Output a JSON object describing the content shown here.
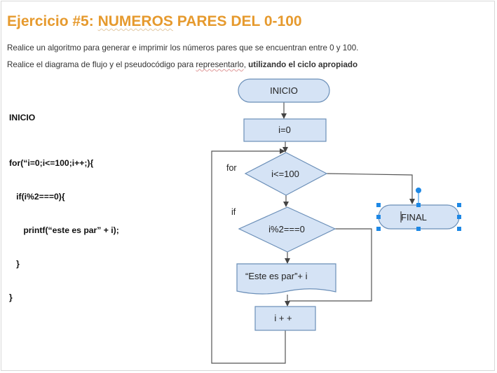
{
  "header": {
    "title_prefix": "Ejercicio #5: ",
    "title_main": "NUMEROS",
    "title_suffix": " PARES DEL 0-100"
  },
  "instructions": {
    "line1": "Realice un algoritmo para generar e imprimir los números pares que se encuentran entre 0 y 100.",
    "line2_a": "Realice el diagrama de flujo y el pseudocódigo para ",
    "line2_b": "representarlo",
    "line2_c": ", ",
    "line2_bold": "utilizando el ciclo apropiado"
  },
  "pseudocode": {
    "lines": [
      "INICIO",
      "for(“i=0;i<=100;i++;){",
      "   if(i%2===0){",
      "      printf(“este es par” + i);",
      "   }",
      "}"
    ]
  },
  "flowchart": {
    "start_label": "INICIO",
    "init_label": "i=0",
    "loop_condition": "i<=100",
    "loop_keyword": "for",
    "if_condition": "i%2===0",
    "if_keyword": "if",
    "print_label": "“Este es par”+ i",
    "increment_label": "i + +",
    "end_label": "FINAL"
  },
  "colors": {
    "title": "#e69a2e",
    "shape_fill": "#d5e3f5",
    "shape_stroke": "#6b8fb8",
    "line": "#555555",
    "selection": "#1e88e5"
  }
}
